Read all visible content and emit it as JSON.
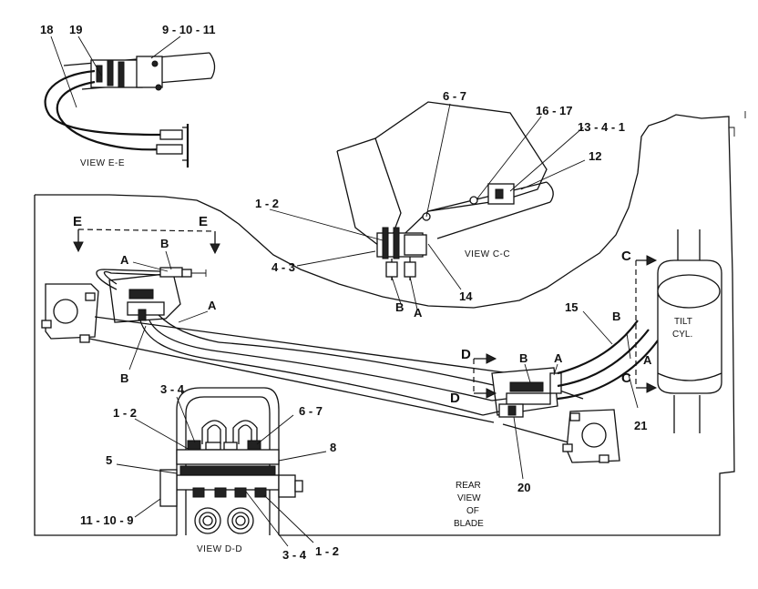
{
  "callouts": {
    "c18": "18",
    "c19": "19",
    "c9_10_11": "9 - 10 - 11",
    "c6_7_top": "6 - 7",
    "c16_17": "16 - 17",
    "c13_4_1": "13 - 4 - 1",
    "c12": "12",
    "c1_2_cc": "1 - 2",
    "c4_3": "4 - 3",
    "c14": "14",
    "c15": "15",
    "c21": "21",
    "c20": "20",
    "c3_4_top": "3 - 4",
    "c1_2_dd": "1 - 2",
    "c6_7_dd": "6 - 7",
    "c8": "8",
    "c5": "5",
    "c11_10_9": "11 - 10 - 9",
    "c3_4_bot": "3 - 4",
    "c1_2_bot": "1 - 2"
  },
  "letters": {
    "a_ee_hose": "A",
    "b_ee_hose": "B",
    "a_left_block": "A",
    "b_left_block": "B",
    "b_cc": "B",
    "a_cc": "A",
    "b_right_block": "B",
    "a_right_block": "A",
    "b_tilt": "B",
    "a_tilt": "A"
  },
  "sections": {
    "e_left": "E",
    "e_right": "E",
    "c_top": "C",
    "c_bottom": "C",
    "d_top": "D",
    "d_bottom": "D"
  },
  "views": {
    "view_ee": "VIEW  E-E",
    "view_cc": "VIEW  C-C",
    "view_dd": "VIEW  D-D"
  },
  "labels": {
    "tilt_line1": "TILT",
    "tilt_line2": "CYL.",
    "rear_line1": "REAR",
    "rear_line2": "VIEW",
    "rear_line3": "OF",
    "rear_line4": "BLADE"
  }
}
